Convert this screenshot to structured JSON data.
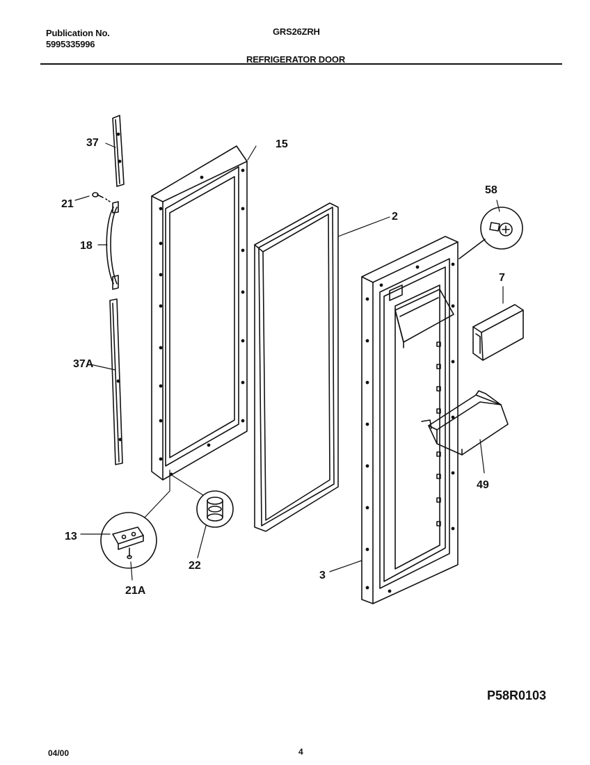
{
  "header": {
    "publication_label": "Publication No.",
    "publication_number": "5995335996",
    "model": "GRS26ZRH",
    "section_title": "REFRIGERATOR DOOR"
  },
  "diagram": {
    "part_labels": [
      "37",
      "15",
      "21",
      "58",
      "2",
      "18",
      "7",
      "37A",
      "49",
      "13",
      "22",
      "21A",
      "3"
    ],
    "figure_code": "P58R0103"
  },
  "footer": {
    "date": "04/00",
    "page": "4"
  }
}
